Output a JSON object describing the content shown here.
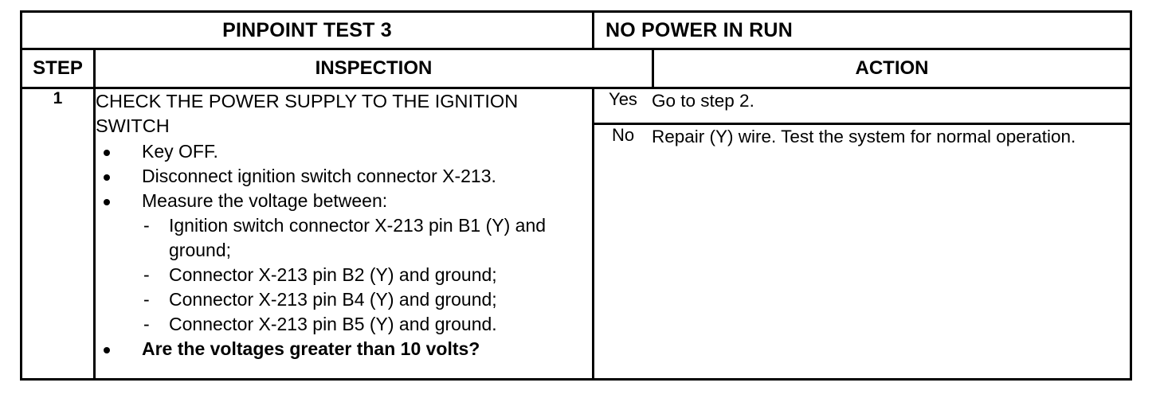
{
  "header": {
    "test_label": "PINPOINT TEST 3",
    "test_name": "NO POWER IN RUN"
  },
  "columns": {
    "step": "STEP",
    "inspection": "INSPECTION",
    "action": "ACTION"
  },
  "rows": [
    {
      "step": "1",
      "inspection": {
        "title": "CHECK THE POWER SUPPLY TO THE IGNITION SWITCH",
        "bullets": [
          {
            "text": "Key OFF.",
            "bold": false,
            "subitems": []
          },
          {
            "text": "Disconnect ignition switch connector X-213.",
            "bold": false,
            "subitems": []
          },
          {
            "text": "Measure the voltage between:",
            "bold": false,
            "subitems": [
              {
                "dash": "-",
                "text": "Ignition switch connector X-213 pin B1 (Y) and ground;"
              },
              {
                "dash": "-",
                "text": "Connector X-213 pin B2 (Y) and ground;"
              },
              {
                "dash": "-",
                "text": "Connector X-213 pin B4 (Y) and ground;"
              },
              {
                "dash": "-",
                "text": "Connector X-213 pin B5 (Y) and ground."
              }
            ]
          },
          {
            "text": "Are the voltages greater than 10 volts?",
            "bold": true,
            "subitems": []
          }
        ]
      },
      "actions": [
        {
          "answer": "Yes",
          "text": "Go to step 2."
        },
        {
          "answer": "No",
          "text": "Repair (Y) wire.  Test the system for normal operation."
        }
      ]
    }
  ]
}
